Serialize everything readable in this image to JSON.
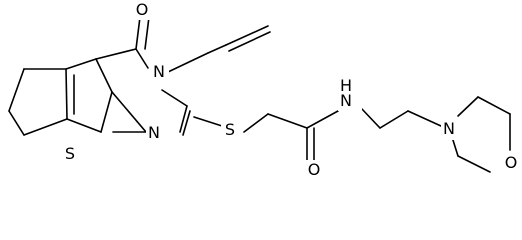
{
  "diagram": {
    "atoms": {
      "oxygen_carbonyl_ring": "O",
      "nitrogen_ring_allyl": "N",
      "sulfur_thiophene": "S",
      "nitrogen_ring": "N",
      "sulfur_thioether": "S",
      "oxygen_amide": "O",
      "nitrogen_amide": "N",
      "hydrogen_amide": "H",
      "nitrogen_morpholine": "N",
      "oxygen_morpholine": "O"
    }
  }
}
